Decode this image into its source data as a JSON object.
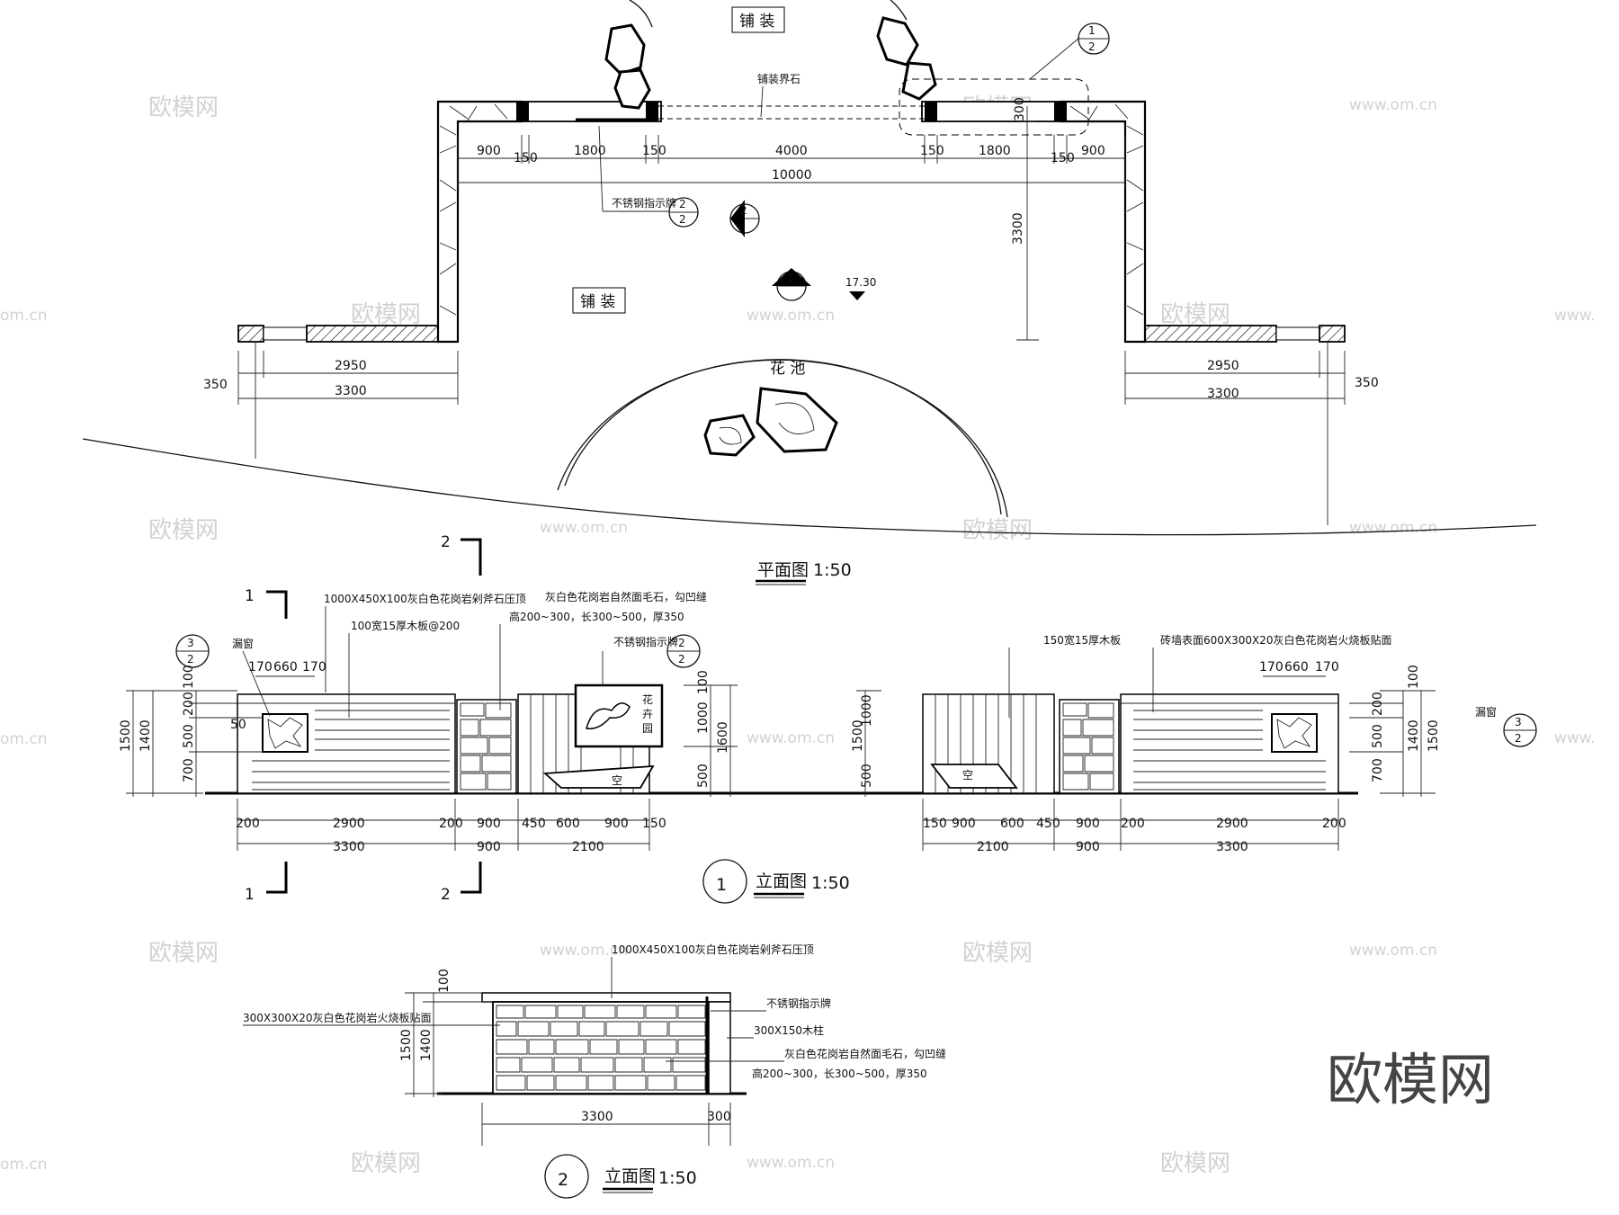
{
  "plan": {
    "paving_top": "铺 装",
    "paving_mid": "铺 装",
    "curb_stone": "铺装界石",
    "sign_plate": "不锈钢指示牌",
    "flower_bed": "花 池",
    "elevation_mark": "17.30",
    "callout_left": "2",
    "callout_left_sub": "2",
    "callout_right": "1",
    "callout_right_sub": "2",
    "section_mark_1": "1",
    "section_mark_2": "2",
    "dims": {
      "a": "900",
      "b": "150",
      "c": "1800",
      "d": "150",
      "e": "4000",
      "f": "150",
      "g": "1800",
      "h": "150",
      "i": "900",
      "total": "10000",
      "depth": "3300",
      "wing_depth": "300",
      "left_inner": "2950",
      "left_outer": "3300",
      "left_side": "350",
      "right_inner": "2950",
      "right_outer": "3300",
      "right_side": "350"
    },
    "title": "平面图",
    "scale": "1:50"
  },
  "elevation1": {
    "note_cap": "1000X450X100灰白色花岗岩剁斧石压顶",
    "note_board": "100宽15厚木板@200",
    "note_leak": "漏窗",
    "note_granite": "灰白色花岗岩自然面毛石，勾凹缝",
    "note_granite_size": "高200~300，长300~500，厚350",
    "note_sign": "不锈钢指示牌",
    "note_board2": "150宽15厚木板",
    "note_brick": "砖墙表面600X300X20灰白色花岗岩火烧板贴面",
    "note_leak2": "漏窗",
    "note_void": "空",
    "note_void2": "空",
    "sign_text": "花\n卉\n园",
    "section_1": "1",
    "section_2": "2",
    "callout_num": "3",
    "callout_sub": "2",
    "callout2_num": "2",
    "callout2_sub": "2",
    "callout3_num": "3",
    "callout3_sub": "2",
    "left_dims_v": [
      "1500",
      "1400",
      "100",
      "200",
      "500",
      "700",
      "50"
    ],
    "mid_dims_v": [
      "100",
      "1000",
      "1600",
      "500"
    ],
    "right_dims_v_left": [
      "1500",
      "1000",
      "500"
    ],
    "right_dims_v_right": [
      "100",
      "200",
      "500",
      "1400",
      "1500",
      "700"
    ],
    "top_dims_left": [
      "170",
      "660",
      "170"
    ],
    "top_dims_right": [
      "170",
      "660",
      "170"
    ],
    "bottom_left": [
      "200",
      "2900",
      "200",
      "900",
      "450",
      "600",
      "900",
      "150"
    ],
    "bottom_left_total": [
      "3300",
      "900",
      "2100"
    ],
    "bottom_right": [
      "150",
      "900",
      "600",
      "450",
      "900",
      "200",
      "2900",
      "200"
    ],
    "bottom_right_total": [
      "2100",
      "900",
      "3300"
    ],
    "title_num": "1",
    "title": "立面图",
    "scale": "1:50"
  },
  "elevation2": {
    "note_cap": "1000X450X100灰白色花岗岩剁斧石压顶",
    "note_facing": "300X300X20灰白色花岗岩火烧板贴面",
    "note_sign": "不锈钢指示牌",
    "note_post": "300X150木柱",
    "note_granite": "灰白色花岗岩自然面毛石，勾凹缝",
    "note_granite_size": "高200~300，长300~500，厚350",
    "dims_v": [
      "100",
      "1400",
      "1500"
    ],
    "dims_h": [
      "3300",
      "300"
    ],
    "title_num": "2",
    "title": "立面图",
    "scale": "1:50"
  },
  "watermark": {
    "brand_cn": "欧模网",
    "url": "www.om.cn",
    "url_short": "om.cn",
    "url_partial": "www.",
    "large": "欧模网"
  }
}
